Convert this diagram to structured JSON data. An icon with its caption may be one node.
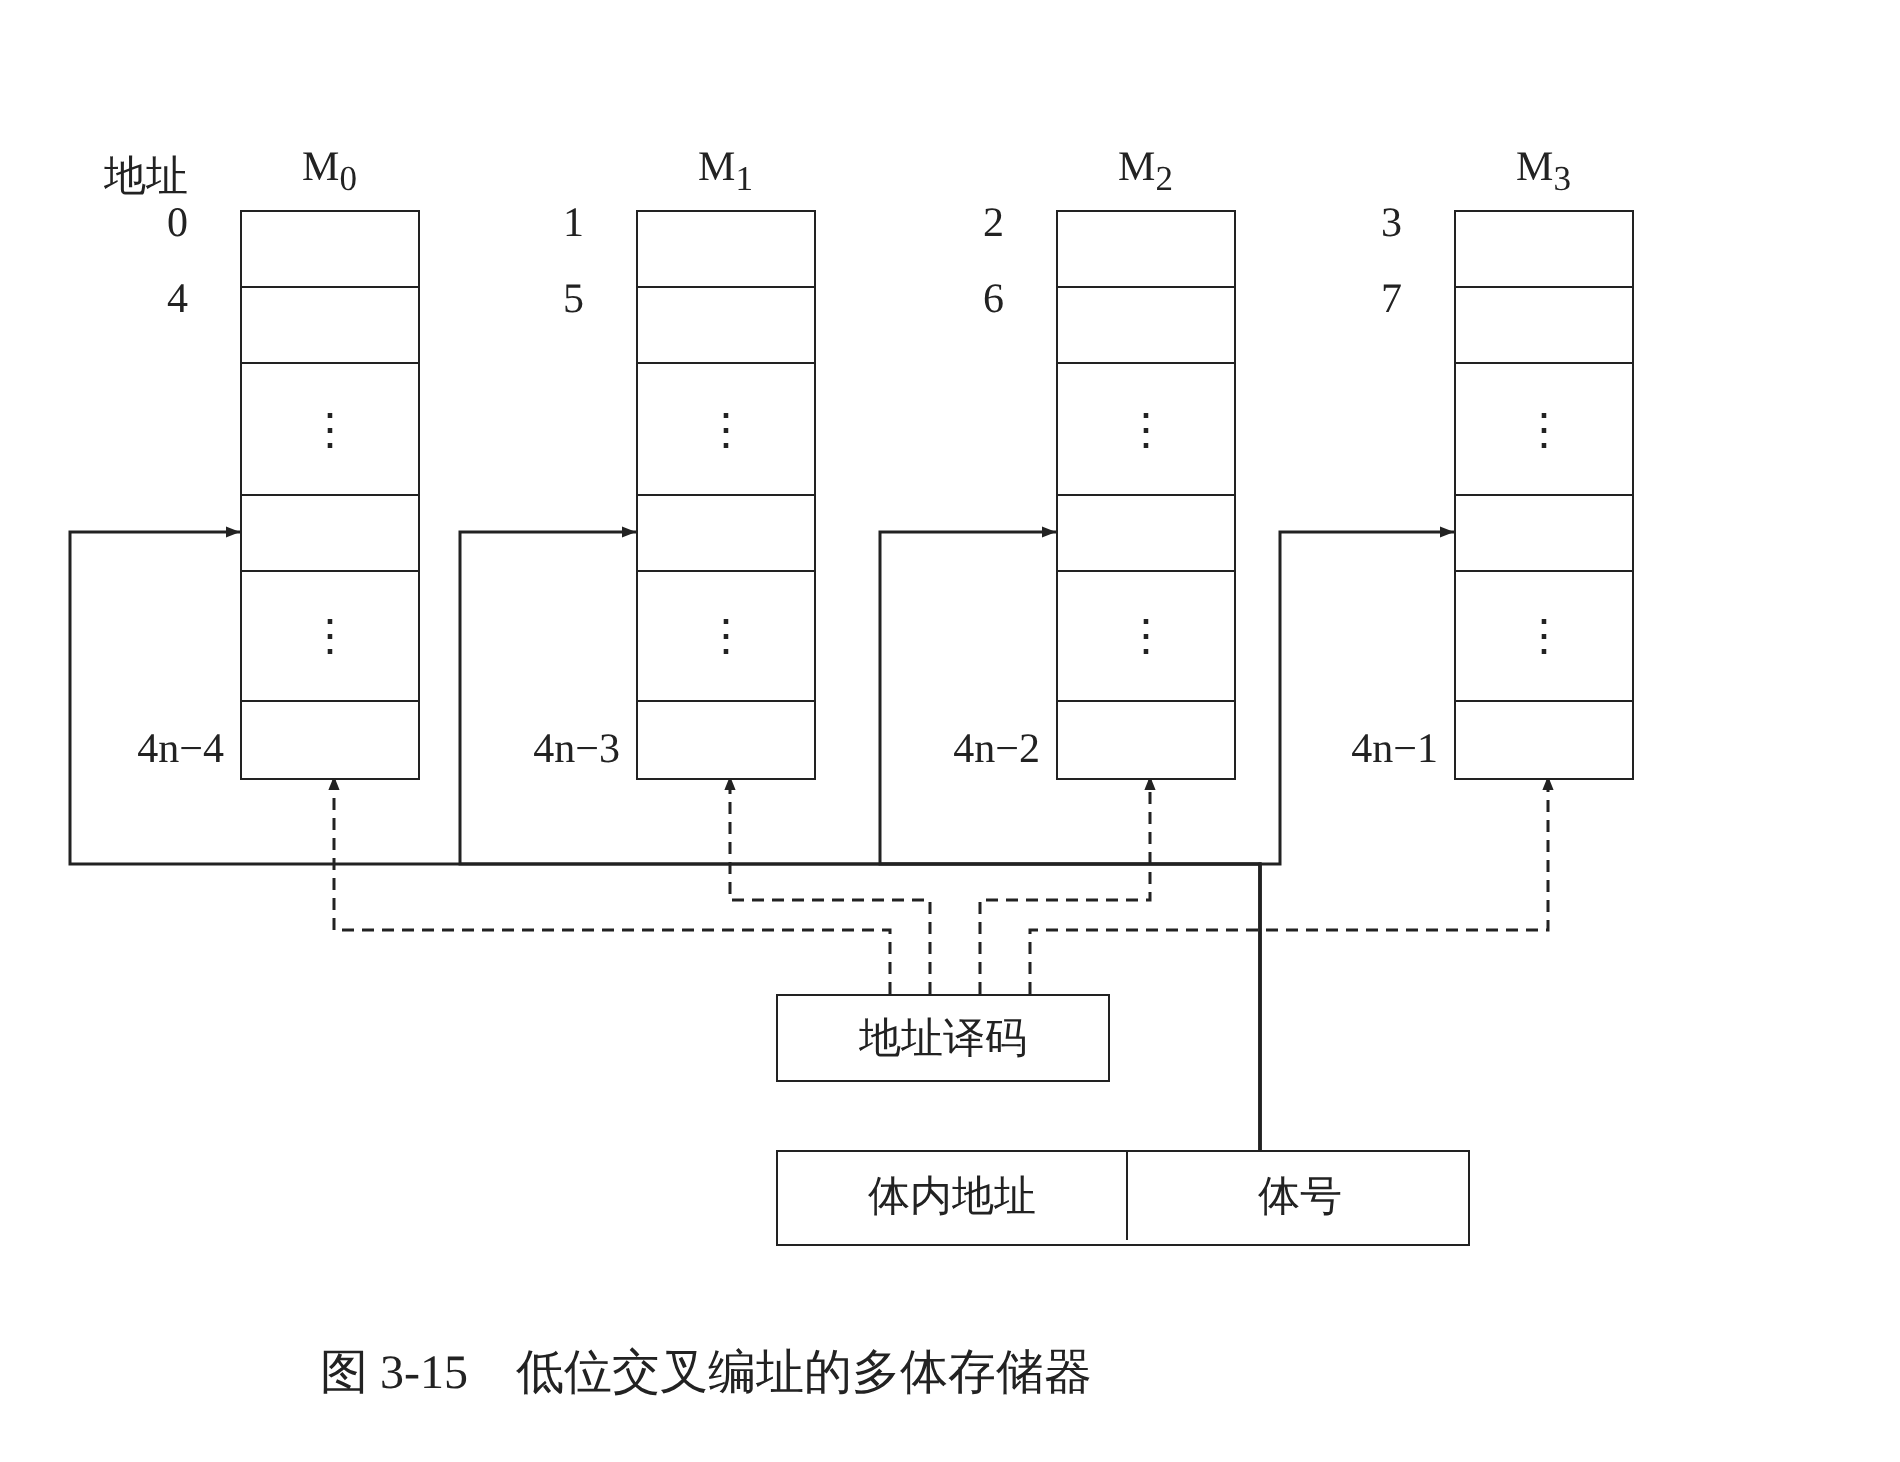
{
  "diagram": {
    "caption": "图 3-15　低位交叉编址的多体存储器",
    "nodes": [
      {
        "text": [
          "M$_{0}$"
        ]
      },
      {
        "text": [],
        "shape": "box",
        "in": 0,
        "beside": [
          "0"
        ]
      },
      {
        "text": [],
        "shape": "box",
        "in": 0,
        "beside": [
          "4"
        ]
      },
      {
        "text": [
          "⋮"
        ],
        "in": 0
      },
      {
        "text": [],
        "shape": "box",
        "in": 0
      },
      {
        "text": [
          "⋮"
        ],
        "in": 0
      },
      {
        "text": [],
        "shape": "box",
        "in": 0,
        "beside": [
          "4n−4"
        ]
      },
      {
        "text": [
          "M$_{1}$"
        ]
      },
      {
        "text": [],
        "shape": "box",
        "in": 7,
        "beside": [
          "1"
        ]
      },
      {
        "text": [],
        "shape": "box",
        "in": 7,
        "beside": [
          "5"
        ]
      },
      {
        "text": [
          "⋮"
        ],
        "in": 7
      },
      {
        "text": [],
        "shape": "box",
        "in": 7
      },
      {
        "text": [
          "⋮"
        ],
        "in": 7
      },
      {
        "text": [],
        "shape": "box",
        "in": 7,
        "beside": [
          "4n−3"
        ]
      },
      {
        "text": [
          "M$_{2}$"
        ]
      },
      {
        "text": [],
        "shape": "box",
        "in": 14,
        "beside": [
          "2"
        ]
      },
      {
        "text": [],
        "shape": "box",
        "in": 14,
        "beside": [
          "6"
        ]
      },
      {
        "text": [
          "⋮"
        ],
        "in": 14
      },
      {
        "text": [],
        "shape": "box",
        "in": 14
      },
      {
        "text": [
          "⋮"
        ],
        "in": 14
      },
      {
        "text": [],
        "shape": "box",
        "in": 14,
        "beside": [
          "4n−2"
        ]
      },
      {
        "text": [
          "M$_{3}$"
        ]
      },
      {
        "text": [],
        "shape": "box",
        "in": 21,
        "beside": [
          "3"
        ]
      },
      {
        "text": [],
        "shape": "box",
        "in": 21,
        "beside": [
          "7"
        ]
      },
      {
        "text": [
          "⋮"
        ],
        "in": 21
      },
      {
        "text": [],
        "shape": "box",
        "in": 21
      },
      {
        "text": [
          "⋮"
        ],
        "in": 21
      },
      {
        "text": [],
        "shape": "box",
        "in": 21,
        "beside": [
          "4n−1"
        ]
      },
      {
        "text": [
          "地址译码"
        ]
      },
      {
        "text": [],
        "shape": "box"
      },
      {
        "text": [
          "体内地址"
        ],
        "in": 29
      },
      {
        "text": [
          "体号"
        ],
        "in": 29
      }
    ],
    "edges": [
      {
        "from": 31,
        "to": 4,
        "arrow": "to"
      },
      {
        "from": 31,
        "to": 11,
        "arrow": "to"
      },
      {
        "from": 31,
        "to": 18,
        "arrow": "to"
      },
      {
        "from": 31,
        "to": 25,
        "arrow": "to"
      },
      {
        "from": 28,
        "to": 0,
        "arrow": "to",
        "style": "dashed"
      },
      {
        "from": 28,
        "to": 7,
        "arrow": "to",
        "style": "dashed"
      },
      {
        "from": 28,
        "to": 14,
        "arrow": "to",
        "style": "dashed"
      },
      {
        "from": 28,
        "to": 21,
        "arrow": "to",
        "style": "dashed"
      }
    ],
    "labels": [
      "地址"
    ]
  }
}
